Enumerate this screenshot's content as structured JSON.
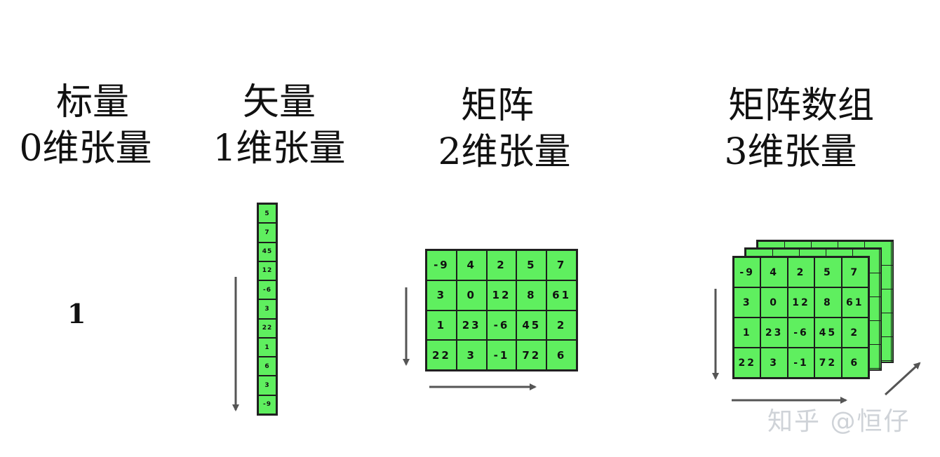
{
  "diagram": {
    "scalar": {
      "title": "标量",
      "subtitle": "0维张量",
      "value": "1"
    },
    "vector": {
      "title": "矢量",
      "subtitle": "1维张量",
      "cells": [
        "5",
        "7",
        "45",
        "12",
        "-6",
        "3",
        "22",
        "1",
        "6",
        "3",
        "-9"
      ]
    },
    "matrix": {
      "title": "矩阵",
      "subtitle": "2维张量",
      "rows": [
        [
          "-9",
          "4",
          "2",
          "5",
          "7"
        ],
        [
          "3",
          "0",
          "12",
          "8",
          "61"
        ],
        [
          "1",
          "23",
          "-6",
          "45",
          "2"
        ],
        [
          "22",
          "3",
          "-1",
          "72",
          "6"
        ]
      ]
    },
    "tensor": {
      "title": "矩阵数组",
      "subtitle": "3维张量",
      "rows": [
        [
          "-9",
          "4",
          "2",
          "5",
          "7"
        ],
        [
          "3",
          "0",
          "12",
          "8",
          "61"
        ],
        [
          "1",
          "23",
          "-6",
          "45",
          "2"
        ],
        [
          "22",
          "3",
          "-1",
          "72",
          "6"
        ]
      ]
    },
    "watermark": "知乎 @恒仔",
    "colors": {
      "cell_fill": "#5fef5f",
      "arrow": "#555555"
    }
  }
}
